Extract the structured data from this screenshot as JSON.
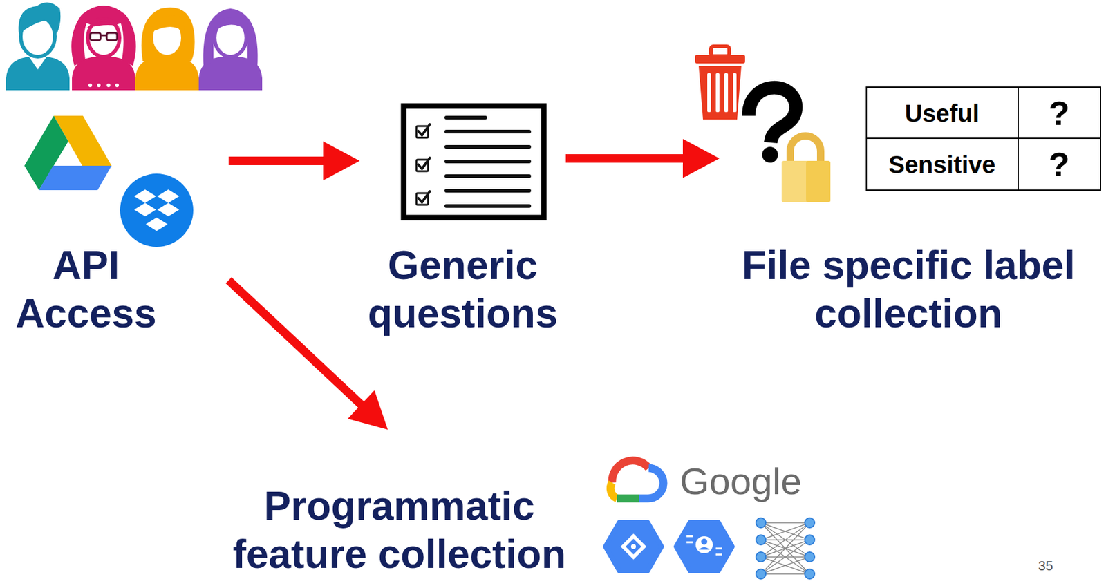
{
  "diagram": {
    "nodes": [
      {
        "text": [
          "API Access"
        ]
      },
      {
        "text": [
          "Generic questions"
        ]
      },
      {
        "text": [
          "File specific label collection"
        ]
      },
      {
        "text": [
          "Programmatic feature collection"
        ]
      }
    ],
    "edges": [
      {
        "from": 0,
        "to": 1,
        "arrow": "to"
      },
      {
        "from": 1,
        "to": 2,
        "arrow": "to"
      },
      {
        "from": 0,
        "to": 3,
        "arrow": "to"
      }
    ],
    "labels": [
      "Useful",
      "?",
      "Sensitive",
      "?",
      "Google",
      "35"
    ]
  }
}
